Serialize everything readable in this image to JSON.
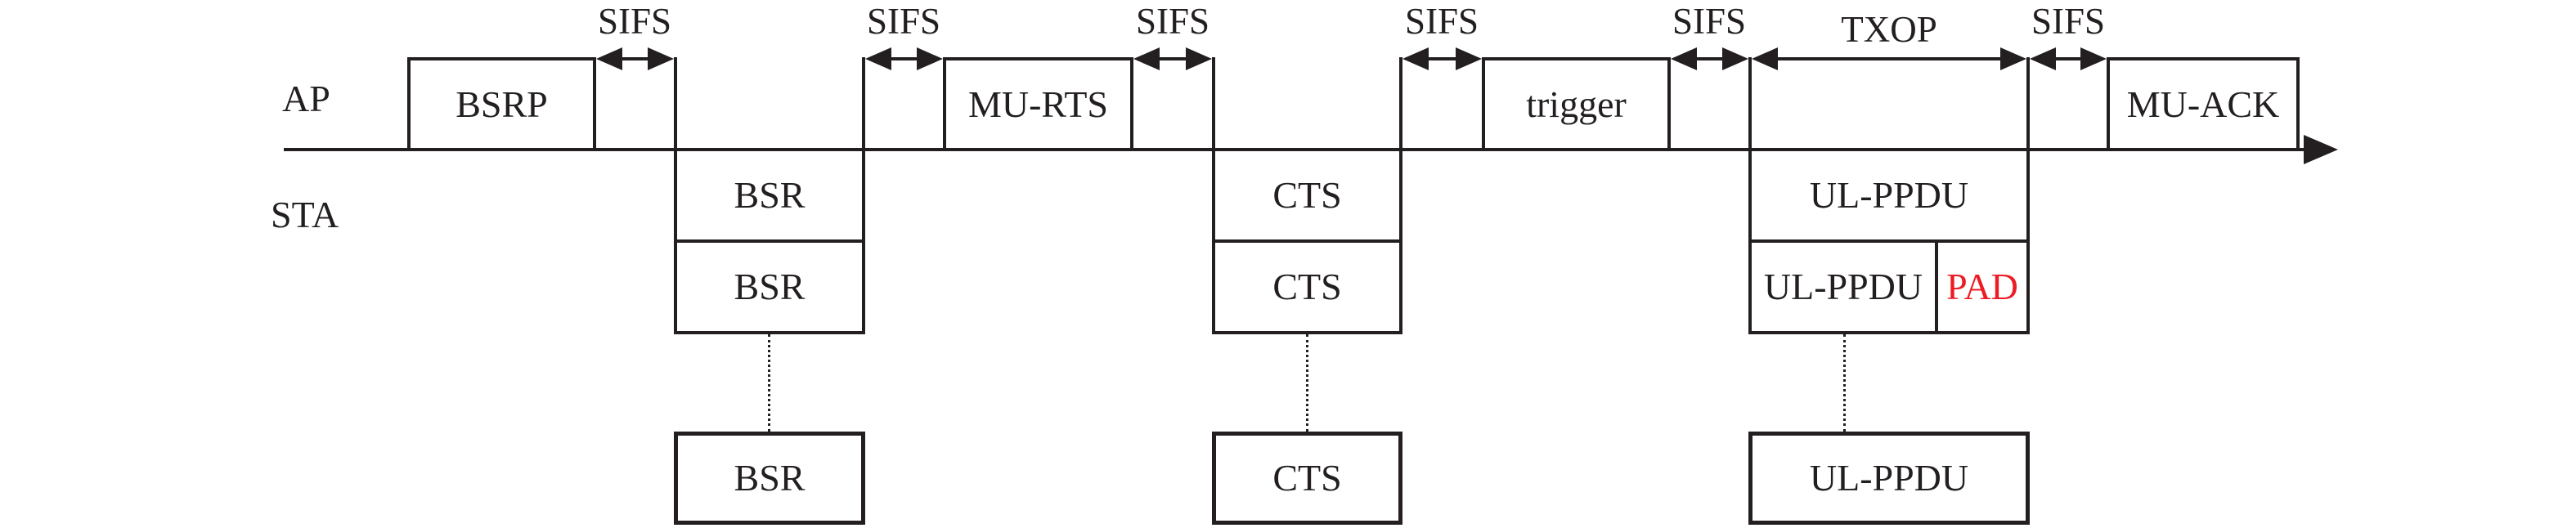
{
  "diagram": {
    "row_labels": {
      "ap": "AP",
      "sta": "STA"
    },
    "interval_labels": {
      "sifs": "SIFS",
      "txop": "TXOP"
    },
    "ap_frames": [
      {
        "label": "BSRP"
      },
      {
        "label": "MU-RTS"
      },
      {
        "label": "trigger"
      },
      {
        "label": "MU-ACK"
      }
    ],
    "sta_columns": [
      {
        "rows": [
          {
            "label": "BSR"
          },
          {
            "label": "BSR"
          }
        ],
        "detached": {
          "label": "BSR"
        }
      },
      {
        "rows": [
          {
            "label": "CTS"
          },
          {
            "label": "CTS"
          }
        ],
        "detached": {
          "label": "CTS"
        }
      },
      {
        "rows": [
          {
            "label": "UL-PPDU"
          },
          {
            "label": "UL-PPDU"
          }
        ],
        "pad": {
          "label": "PAD"
        },
        "detached": {
          "label": "UL-PPDU"
        }
      }
    ],
    "colors": {
      "line": "#231f20",
      "pad_text": "#ed1c24",
      "background": "#ffffff"
    }
  }
}
